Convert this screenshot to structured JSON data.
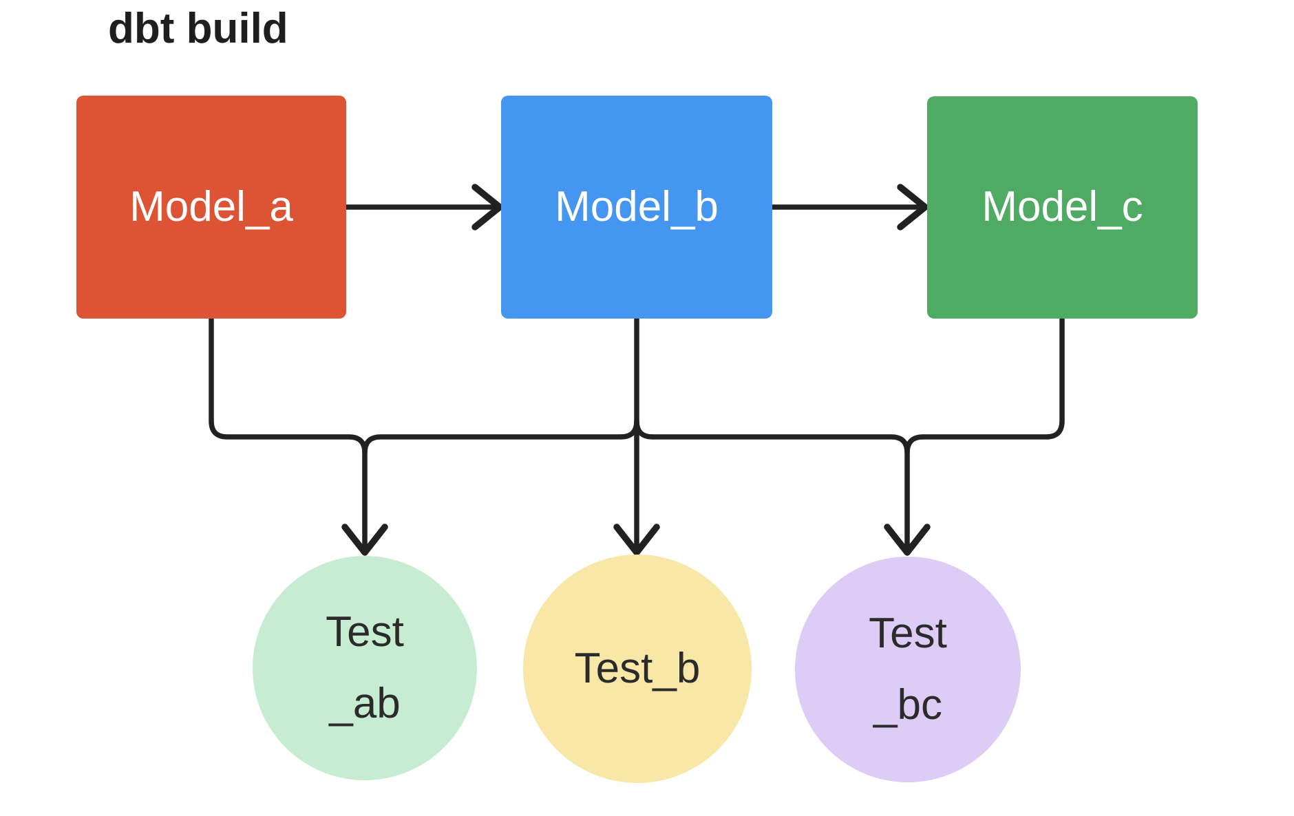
{
  "title": "dbt build",
  "palette": {
    "model_a": "#DC5434",
    "model_b": "#4596F0",
    "model_c": "#4FAB63",
    "test_ab": "#C6EDD1",
    "test_b": "#F8E7A6",
    "test_bc": "#DDCCF5",
    "ink": "#212121",
    "box_text": "#FFFFFF",
    "circle_text": "#2B2B2B"
  },
  "models": [
    {
      "label": "Model_a"
    },
    {
      "label": "Model_b"
    },
    {
      "label": "Model_c"
    }
  ],
  "tests": [
    {
      "lines": [
        "Test",
        "_ab"
      ]
    },
    {
      "lines": [
        "Test_b"
      ]
    },
    {
      "lines": [
        "Test",
        "_bc"
      ]
    }
  ]
}
